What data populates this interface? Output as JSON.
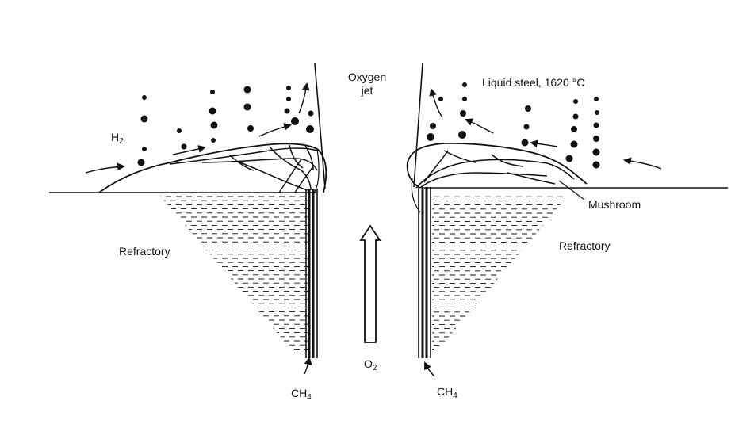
{
  "labels": {
    "oxygen_jet_line1": "Oxygen",
    "oxygen_jet_line2": "jet",
    "liquid_steel": "Liquid steel, 1620 °C",
    "h2_base": "H",
    "h2_sub": "2",
    "mushroom": "Mushroom",
    "refractory_left": "Refractory",
    "refractory_right": "Refractory",
    "o2_base": "O",
    "o2_sub": "2",
    "ch4_left_base": "CH",
    "ch4_left_sub": "4",
    "ch4_right_base": "CH",
    "ch4_right_sub": "4"
  },
  "colors": {
    "ink": "#111111",
    "background": "#ffffff"
  }
}
